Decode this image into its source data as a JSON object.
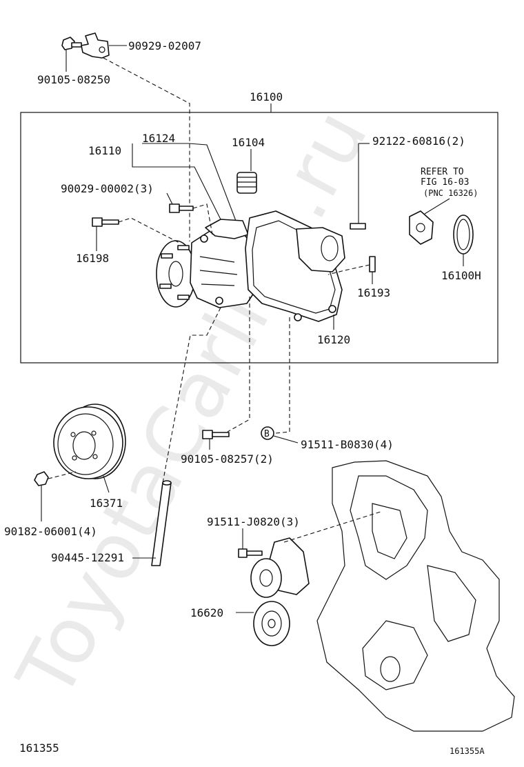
{
  "watermark": "ToyotaCarline.ru",
  "diagram": {
    "labels": {
      "p90929_02007": "90929-02007",
      "p90105_08250": "90105-08250",
      "p16100": "16100",
      "p16124": "16124",
      "p16110": "16110",
      "p16104": "16104",
      "p92122_60816": "92122-60816(2)",
      "p90029_00002": "90029-00002(3)",
      "p16198": "16198",
      "p16100h": "16100H",
      "p16193": "16193",
      "p16120": "16120",
      "p90105_08257": "90105-08257(2)",
      "p91511_b0830": "91511-B0830(4)",
      "p16371": "16371",
      "p90182_06001": "90182-06001(4)",
      "p90445_12291": "90445-12291",
      "p91511_j0820": "91511-J0820(3)",
      "p16620": "16620"
    },
    "refer_note": {
      "line1": "REFER TO",
      "line2": "FIG 16-03",
      "line3": "(PNC 16326)"
    },
    "marker_b": "B",
    "footer_left": "161355",
    "footer_right": "161355A"
  }
}
